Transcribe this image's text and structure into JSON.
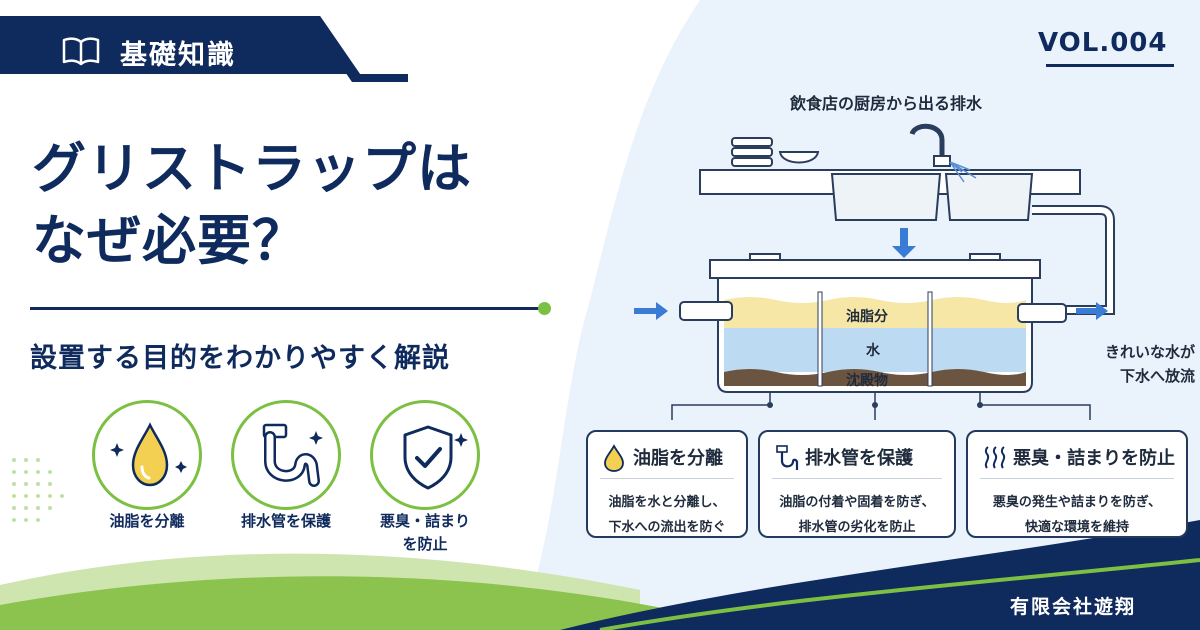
{
  "header": {
    "category_label": "基礎知識",
    "volume": "VOL.004"
  },
  "title": {
    "line1": "グリストラップは",
    "line2": "なぜ必要？"
  },
  "subtitle": "設置する目的をわかりやすく解説",
  "features": [
    {
      "label_line1": "油脂を分離",
      "label_line2": "",
      "icon": "oil-drop-icon"
    },
    {
      "label_line1": "排水管を保護",
      "label_line2": "",
      "icon": "pipe-icon"
    },
    {
      "label_line1": "悪臭・詰まり",
      "label_line2": "を防止",
      "icon": "shield-check-icon"
    }
  ],
  "diagram": {
    "heading": "飲食店の厨房から出る排水",
    "layers": {
      "oil": "油脂分",
      "water": "水",
      "sediment": "沈殿物"
    },
    "outflow_label_line1": "きれいな水が",
    "outflow_label_line2": "下水へ放流"
  },
  "cards": [
    {
      "title": "油脂を分離",
      "desc_line1": "油脂を水と分離し、",
      "desc_line2": "下水への流出を防ぐ",
      "icon": "oil-drop-icon"
    },
    {
      "title": "排水管を保護",
      "desc_line1": "油脂の付着や固着を防ぎ、",
      "desc_line2": "排水管の劣化を防止",
      "icon": "pipe-icon"
    },
    {
      "title": "悪臭・詰まりを防止",
      "desc_line1": "悪臭の発生や詰まりを防ぎ、",
      "desc_line2": "快適な環境を維持",
      "icon": "odor-icon"
    }
  ],
  "company": "有限会社遊翔",
  "colors": {
    "navy": "#0f2a5c",
    "green": "#7cc043",
    "light_blue": "#eaf2fc",
    "oil": "#f6e7a6",
    "water": "#bcdaf2",
    "sediment": "#6b5440"
  }
}
